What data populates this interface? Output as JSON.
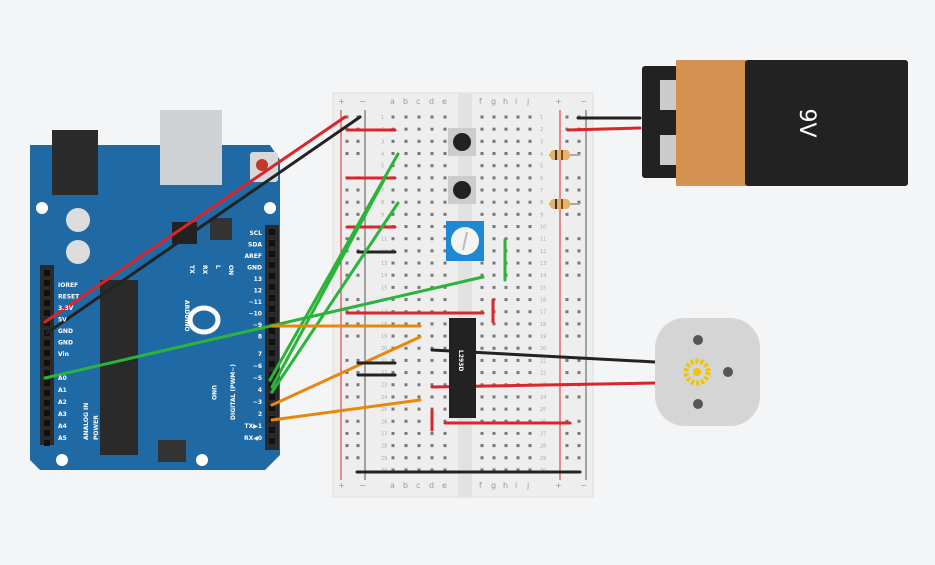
{
  "colors": {
    "background": "#f3f5f7",
    "arduino": "#1f6aa5",
    "wire_red": "#d9262c",
    "wire_black": "#222222",
    "wire_green": "#2bb33a",
    "wire_orange": "#e8870e",
    "battery_orange": "#d49150",
    "pot_blue": "#1e88d0",
    "gear": "#f2c300"
  },
  "arduino": {
    "logo": "UNO",
    "brand": "ARDUINO",
    "power_header_title": "POWER",
    "analog_header_title": "ANALOG IN",
    "digital_header_title": "DIGITAL (PWM~)",
    "power_pins": [
      "IOREF",
      "RESET",
      "3.3V",
      "5V",
      "GND",
      "GND",
      "Vin"
    ],
    "analog_pins": [
      "A0",
      "A1",
      "A2",
      "A3",
      "A4",
      "A5"
    ],
    "digital_pins_top": [
      "SCL",
      "SDA",
      "AREF",
      "GND",
      "13",
      "12",
      "~11",
      "~10",
      "~9",
      "8"
    ],
    "digital_pins_bottom": [
      "7",
      "~6",
      "~5",
      "4",
      "~3",
      "2",
      "TX▶1",
      "RX◀0"
    ],
    "leds": [
      "TX",
      "RX",
      "L",
      "ON"
    ]
  },
  "breadboard": {
    "columns_left": [
      "a",
      "b",
      "c",
      "d",
      "e"
    ],
    "columns_right": [
      "f",
      "g",
      "h",
      "i",
      "j"
    ],
    "rows": 30,
    "rail_plus": "+",
    "rail_minus": "−"
  },
  "chip": {
    "label": "L293D"
  },
  "battery": {
    "label": "9V"
  },
  "icons": [
    "push-button-icon",
    "potentiometer-icon",
    "resistor-icon",
    "dc-motor-icon",
    "battery-icon"
  ]
}
